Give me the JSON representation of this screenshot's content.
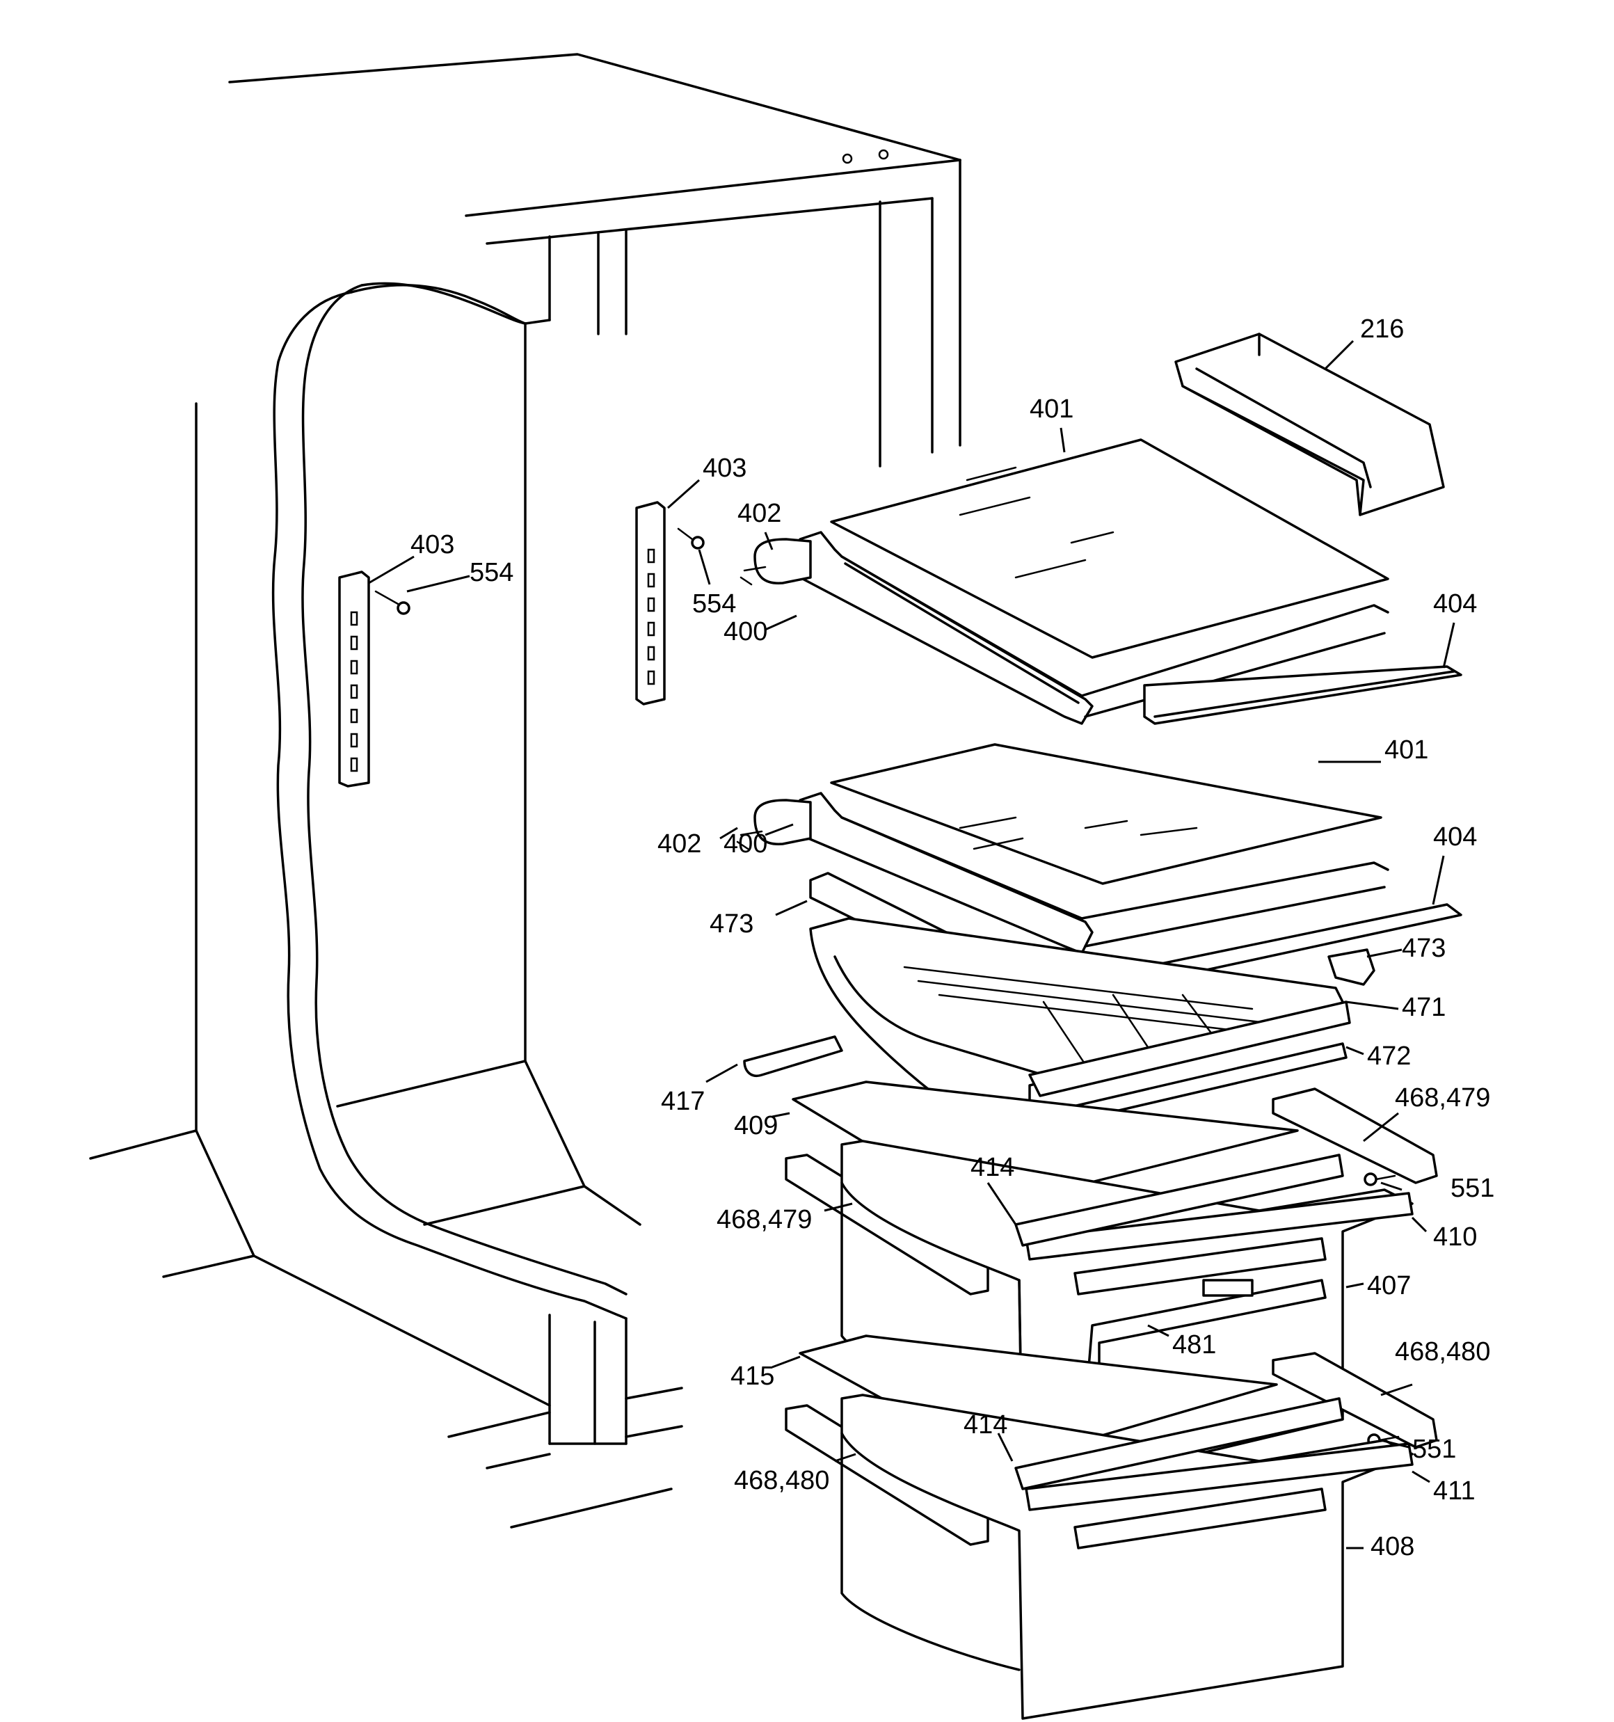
{
  "callouts": [
    {
      "id": "c216a",
      "text": "216"
    },
    {
      "id": "c401a",
      "text": "401"
    },
    {
      "id": "c403a",
      "text": "403"
    },
    {
      "id": "c403b",
      "text": "403"
    },
    {
      "id": "c402a",
      "text": "402"
    },
    {
      "id": "c554a",
      "text": "554"
    },
    {
      "id": "c554b",
      "text": "554"
    },
    {
      "id": "c400a",
      "text": "400"
    },
    {
      "id": "c404a",
      "text": "404"
    },
    {
      "id": "c401b",
      "text": "401"
    },
    {
      "id": "c402b",
      "text": "402"
    },
    {
      "id": "c400b",
      "text": "400"
    },
    {
      "id": "c404b",
      "text": "404"
    },
    {
      "id": "c473a",
      "text": "473"
    },
    {
      "id": "c473b",
      "text": "473"
    },
    {
      "id": "c471",
      "text": "471"
    },
    {
      "id": "c472",
      "text": "472"
    },
    {
      "id": "c417",
      "text": "417"
    },
    {
      "id": "c468479a",
      "text": "468,479"
    },
    {
      "id": "c409",
      "text": "409"
    },
    {
      "id": "c551a",
      "text": "551"
    },
    {
      "id": "c414a",
      "text": "414"
    },
    {
      "id": "c468479b",
      "text": "468,479"
    },
    {
      "id": "c410",
      "text": "410"
    },
    {
      "id": "c407",
      "text": "407"
    },
    {
      "id": "c481",
      "text": "481"
    },
    {
      "id": "c468480a",
      "text": "468,480"
    },
    {
      "id": "c415",
      "text": "415"
    },
    {
      "id": "c414b",
      "text": "414"
    },
    {
      "id": "c551b",
      "text": "551"
    },
    {
      "id": "c468480b",
      "text": "468,480"
    },
    {
      "id": "c411",
      "text": "411"
    },
    {
      "id": "c408",
      "text": "408"
    }
  ]
}
